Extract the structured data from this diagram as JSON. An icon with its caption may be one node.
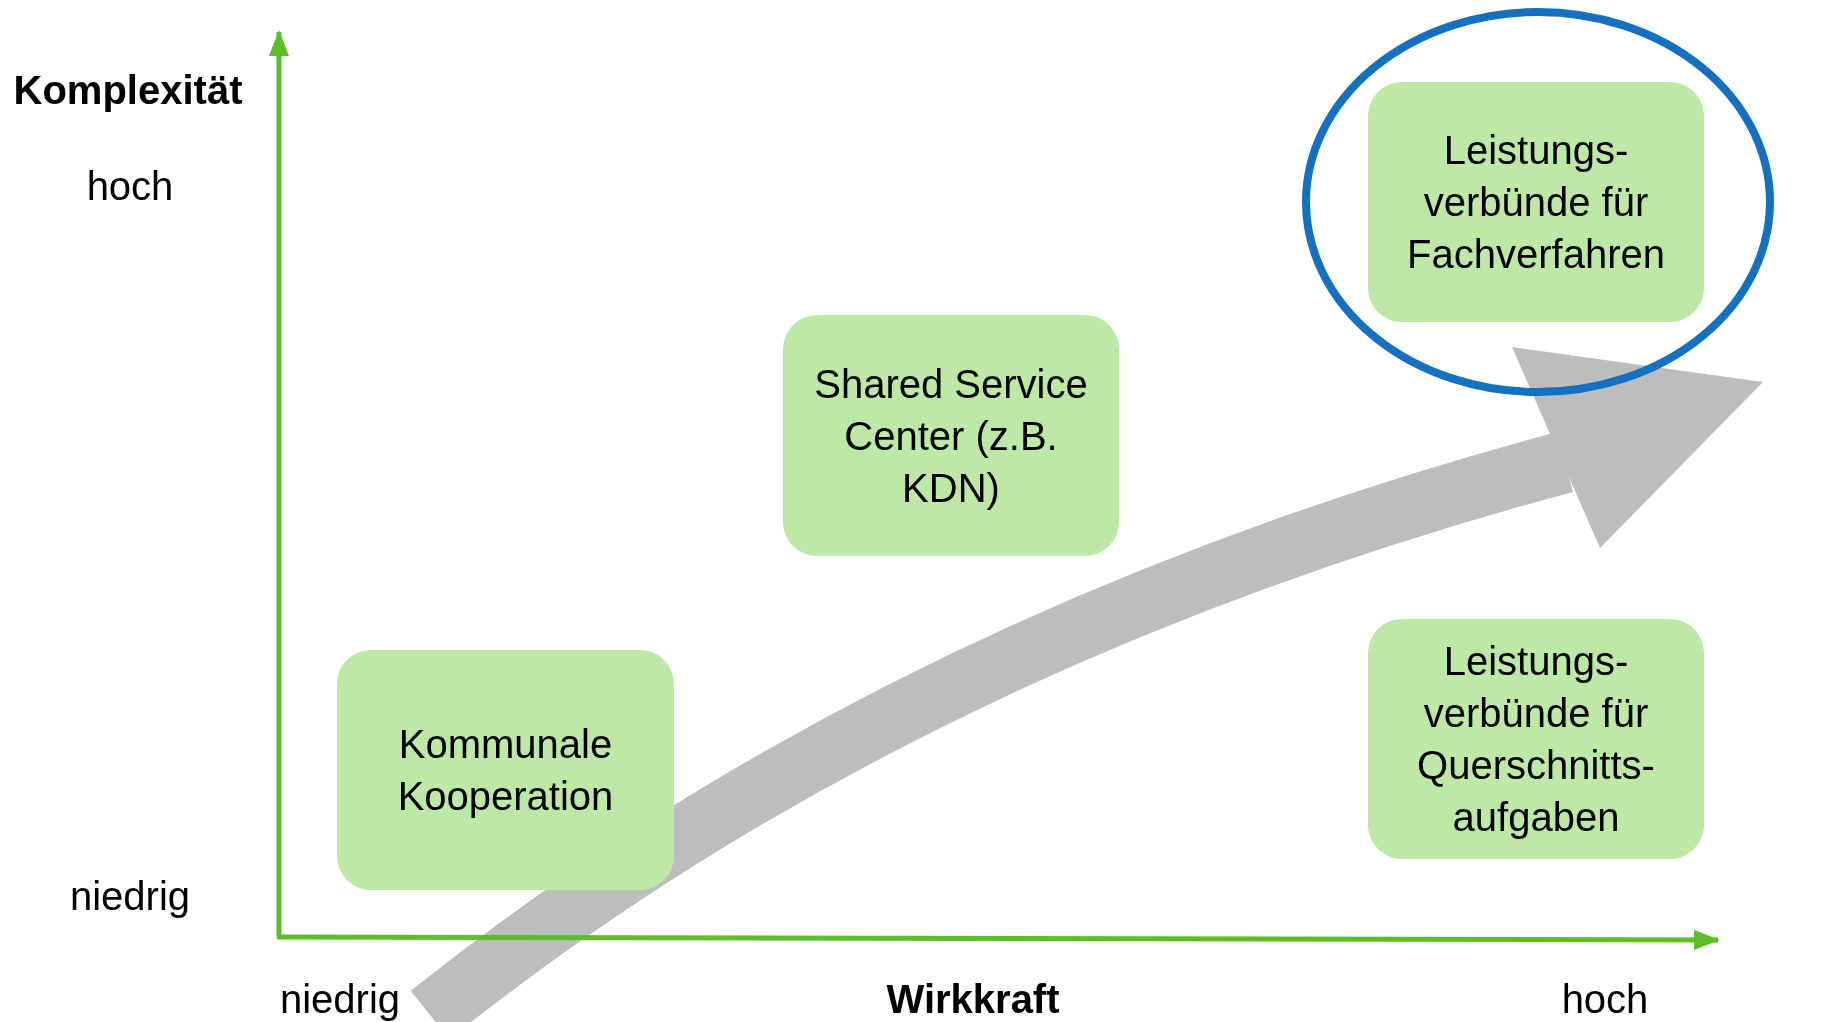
{
  "diagram": {
    "nodes": [
      {
        "text": [
          "Kommunale Kooperation"
        ]
      },
      {
        "text": [
          "Shared Service Center (z.B. KDN)"
        ]
      },
      {
        "text": [
          "Leistungs-verbünde für Fachverfahren"
        ]
      },
      {
        "text": [
          "Leistungs-verbünde für Querschnitts-aufgaben"
        ]
      }
    ],
    "edges": [],
    "labels": [
      "Komplexität",
      "hoch",
      "niedrig",
      "niedrig",
      "Wirkkraft",
      "hoch"
    ]
  }
}
